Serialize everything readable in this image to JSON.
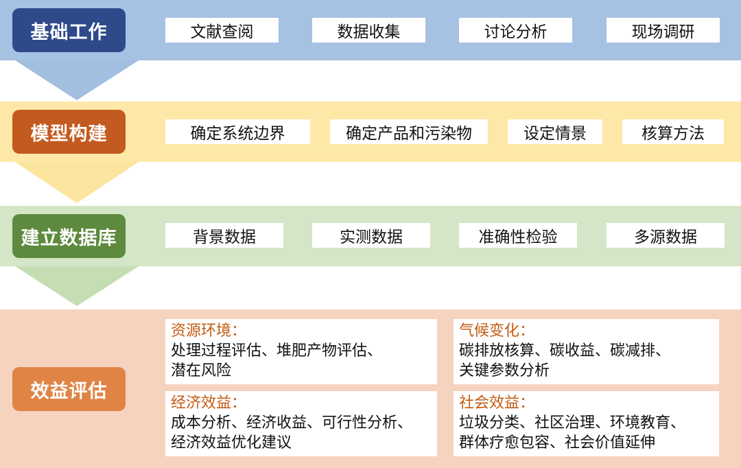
{
  "rows": [
    {
      "label": "基础工作",
      "items": [
        "文献查阅",
        "数据收集",
        "讨论分析",
        "现场调研"
      ]
    },
    {
      "label": "模型构建",
      "items": [
        "确定系统边界",
        "确定产品和污染物",
        "设定情景",
        "核算方法"
      ]
    },
    {
      "label": "建立数据库",
      "items": [
        "背景数据",
        "实测数据",
        "准确性检验",
        "多源数据"
      ]
    }
  ],
  "evaluation": {
    "label": "效益评估",
    "cards": [
      {
        "title": "资源环境：",
        "lines": [
          "处理过程评估、堆肥产物评估、",
          "潜在风险"
        ]
      },
      {
        "title": "气候变化：",
        "lines": [
          "碳排放核算、碳收益、碳减排、",
          "关键参数分析"
        ]
      },
      {
        "title": "经济效益：",
        "lines": [
          "成本分析、经济收益、可行性分析、",
          "经济效益优化建议"
        ]
      },
      {
        "title": "社会效益：",
        "lines": [
          "垃圾分类、社区治理、环境教育、",
          "群体疗愈包容、社会价值延伸"
        ]
      }
    ]
  },
  "colors": {
    "band1": "#a6c2e3",
    "label1": "#2f4a8b",
    "arrow1": "#a3bfdf",
    "band2": "#fde8a7",
    "label2": "#c35a1f",
    "arrow2": "#fbe59f",
    "band3": "#d4e6c7",
    "label3": "#5d8a3e",
    "arrow3": "#c5ddb3",
    "band4": "#f6d3bf",
    "label4": "#e08446",
    "title_color": "#c55a11"
  }
}
